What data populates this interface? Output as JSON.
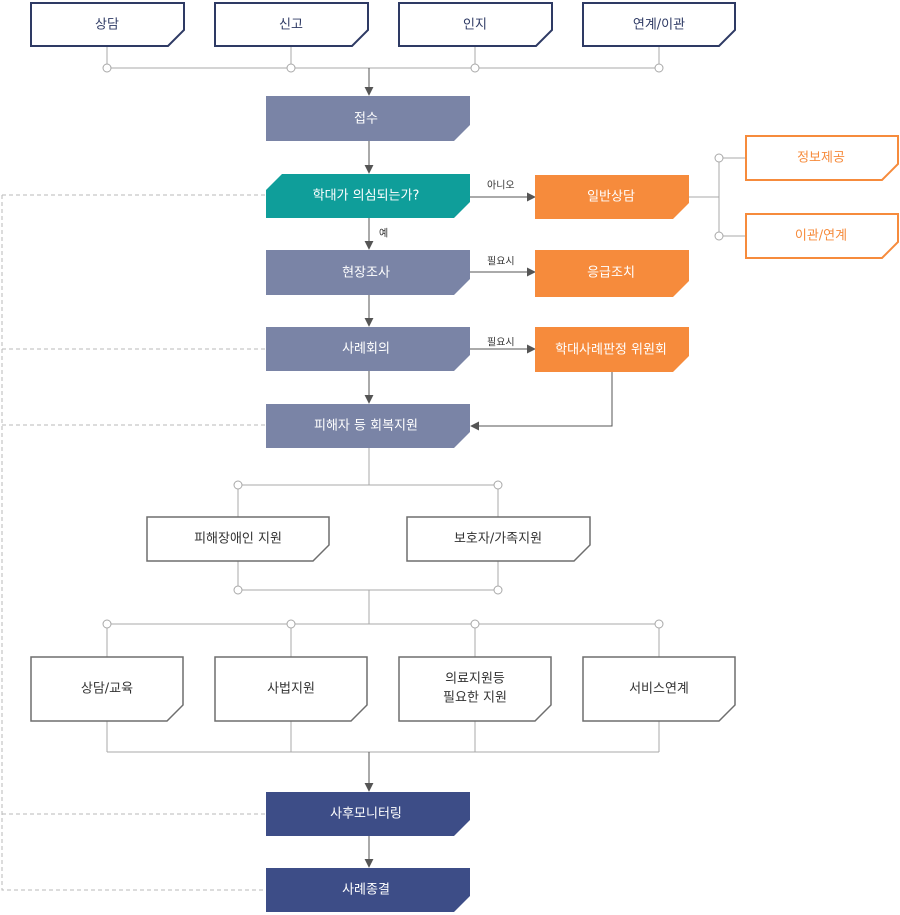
{
  "colors": {
    "navy_outline": "#2e3a64",
    "slate": "#7a84a6",
    "teal": "#0f9e9a",
    "orange": "#f68b3c",
    "navy_dark": "#3d4d87",
    "gray_outline": "#6e6e6e",
    "line": "#a8a8a8",
    "arrow": "#555555",
    "dashed": "#b9b9b9"
  },
  "icons": {
    "connector": "circle-node-icon",
    "arrow": "arrowhead-icon"
  },
  "sources": {
    "s1": "상담",
    "s2": "신고",
    "s3": "인지",
    "s4": "연계/이관"
  },
  "steps": {
    "intake": "접수",
    "suspect": "학대가 의심되는가?",
    "general_counsel": "일반상담",
    "info": "정보제공",
    "transfer": "이관/연계",
    "investigation": "현장조사",
    "emergency": "응급조치",
    "case_meeting": "사례회의",
    "committee": "학대사례판정 위원회",
    "recovery": "피해자 등 회복지원"
  },
  "edge_labels": {
    "no": "아니오",
    "yes": "예",
    "needed1": "필요시",
    "needed2": "필요시"
  },
  "support_targets": {
    "t1": "피해장애인 지원",
    "t2": "보호자/가족지원"
  },
  "services": {
    "s1": "상담/교육",
    "s2": "사법지원",
    "s3_line1": "의료지원등",
    "s3_line2": "필요한 지원",
    "s4": "서비스연계"
  },
  "final": {
    "monitoring": "사후모니터링",
    "closing": "사례종결"
  }
}
